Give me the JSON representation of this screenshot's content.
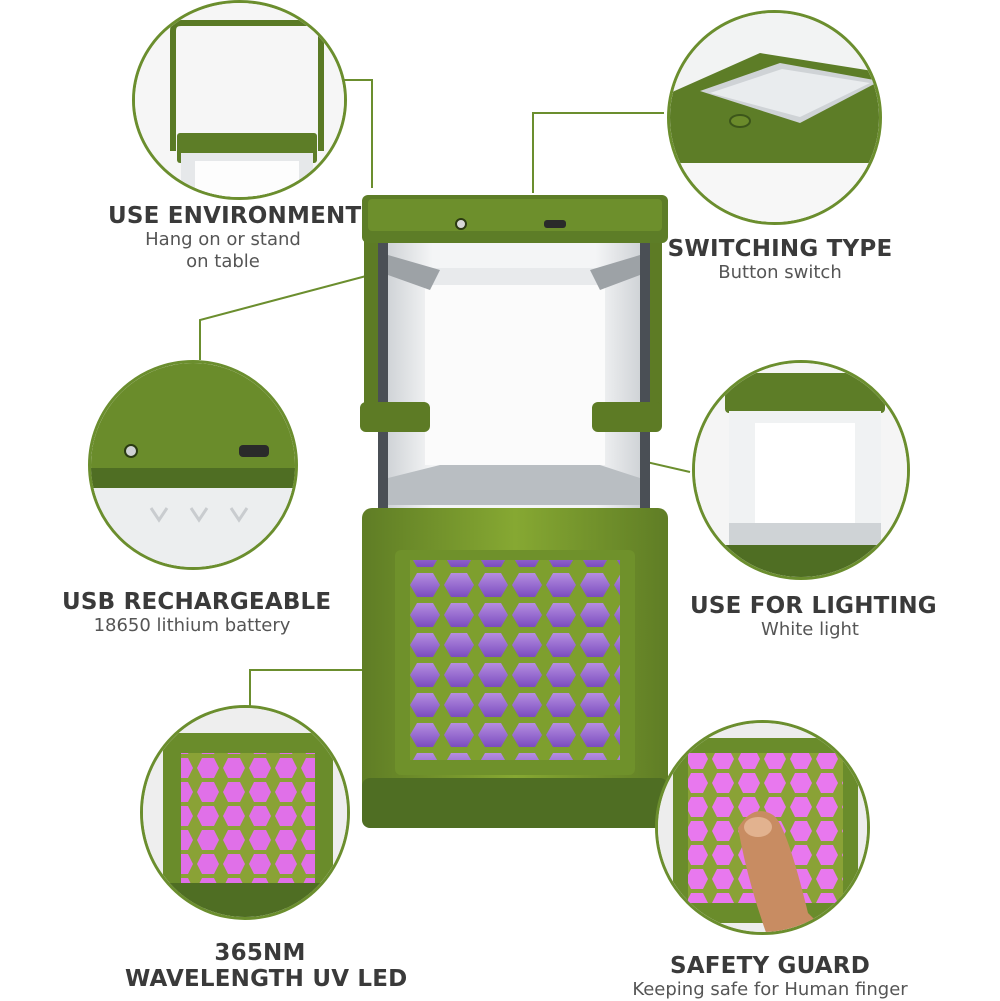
{
  "colors": {
    "accent": "#6b8e2e",
    "body_green": "#7a9a2c",
    "dark_green": "#4e6e24",
    "uv_purple": "#8a55c8",
    "uv_pink": "#e070e8"
  },
  "features": {
    "use_environment": {
      "title": "USE ENVIRONMENT",
      "sub1": "Hang on or stand",
      "sub2": "on table"
    },
    "switching_type": {
      "title": "SWITCHING TYPE",
      "sub1": "Button switch"
    },
    "usb_rechargeable": {
      "title": "USB RECHARGEABLE",
      "sub1": "18650  lithium battery"
    },
    "use_for_lighting": {
      "title": "USE FOR LIGHTING",
      "sub1": "White light"
    },
    "uv_led": {
      "title1": "365NM",
      "title2": "WAVELENGTH UV LED"
    },
    "safety_guard": {
      "title": "SAFETY GUARD",
      "sub1": "Keeping safe for Human finger"
    }
  }
}
